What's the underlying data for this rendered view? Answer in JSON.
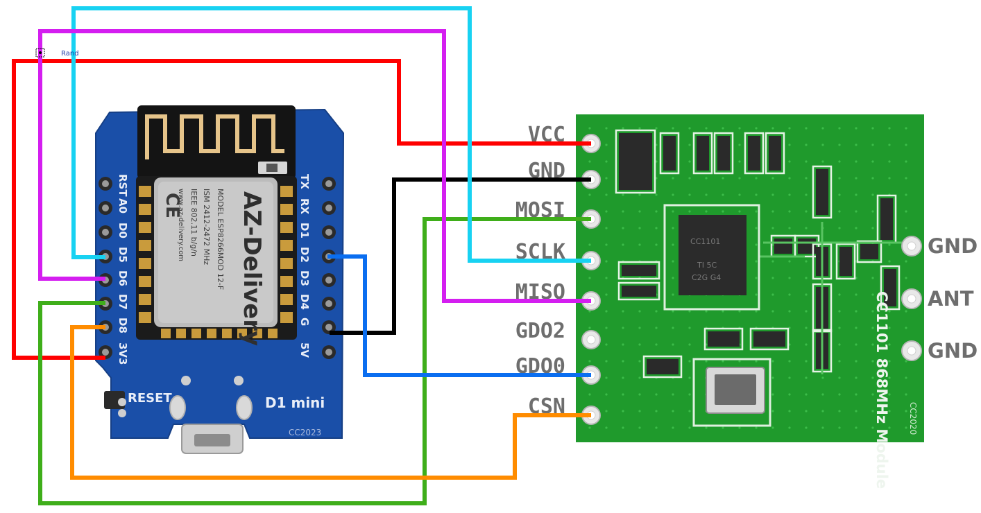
{
  "colors": {
    "vcc": "#ff0000",
    "gnd": "#000000",
    "mosi": "#3fae1a",
    "sclk": "#18d2f2",
    "miso": "#d41ef0",
    "gdo0": "#0a6ef0",
    "csn": "#ff8c00",
    "wemos_board": "#1a4fa8",
    "cc1101_board": "#1f9a2c"
  },
  "annotation": {
    "label": "Rand"
  },
  "wemos": {
    "left_pins": [
      "RST",
      "A0",
      "D0",
      "D5",
      "D6",
      "D7",
      "D8",
      "3V3"
    ],
    "right_pins": [
      "TX",
      "RX",
      "D1",
      "D2",
      "D3",
      "D4",
      "G",
      "5V"
    ],
    "model_text": "D1 mini",
    "reset_label": "RESET",
    "copyright": "CC2023",
    "module_lines": [
      "AZ-Delivery",
      "MODEL ESP8266MOD 12-F",
      "ISM 2412-2472 MHz",
      "IEEE 802.11 b/g/n",
      "www.az-delivery.com"
    ]
  },
  "cc1101": {
    "left_pins": [
      "VCC",
      "GND",
      "MOSI",
      "SCLK",
      "MISO",
      "GDO2",
      "GDO0",
      "CSN"
    ],
    "right_pins": [
      "GND",
      "ANT",
      "GND"
    ],
    "chip_text": [
      "CC1101",
      "TI 5C",
      "C2G G4"
    ],
    "vertical_text": "CC1101 868MHz Module",
    "copyright": "CC2020"
  }
}
